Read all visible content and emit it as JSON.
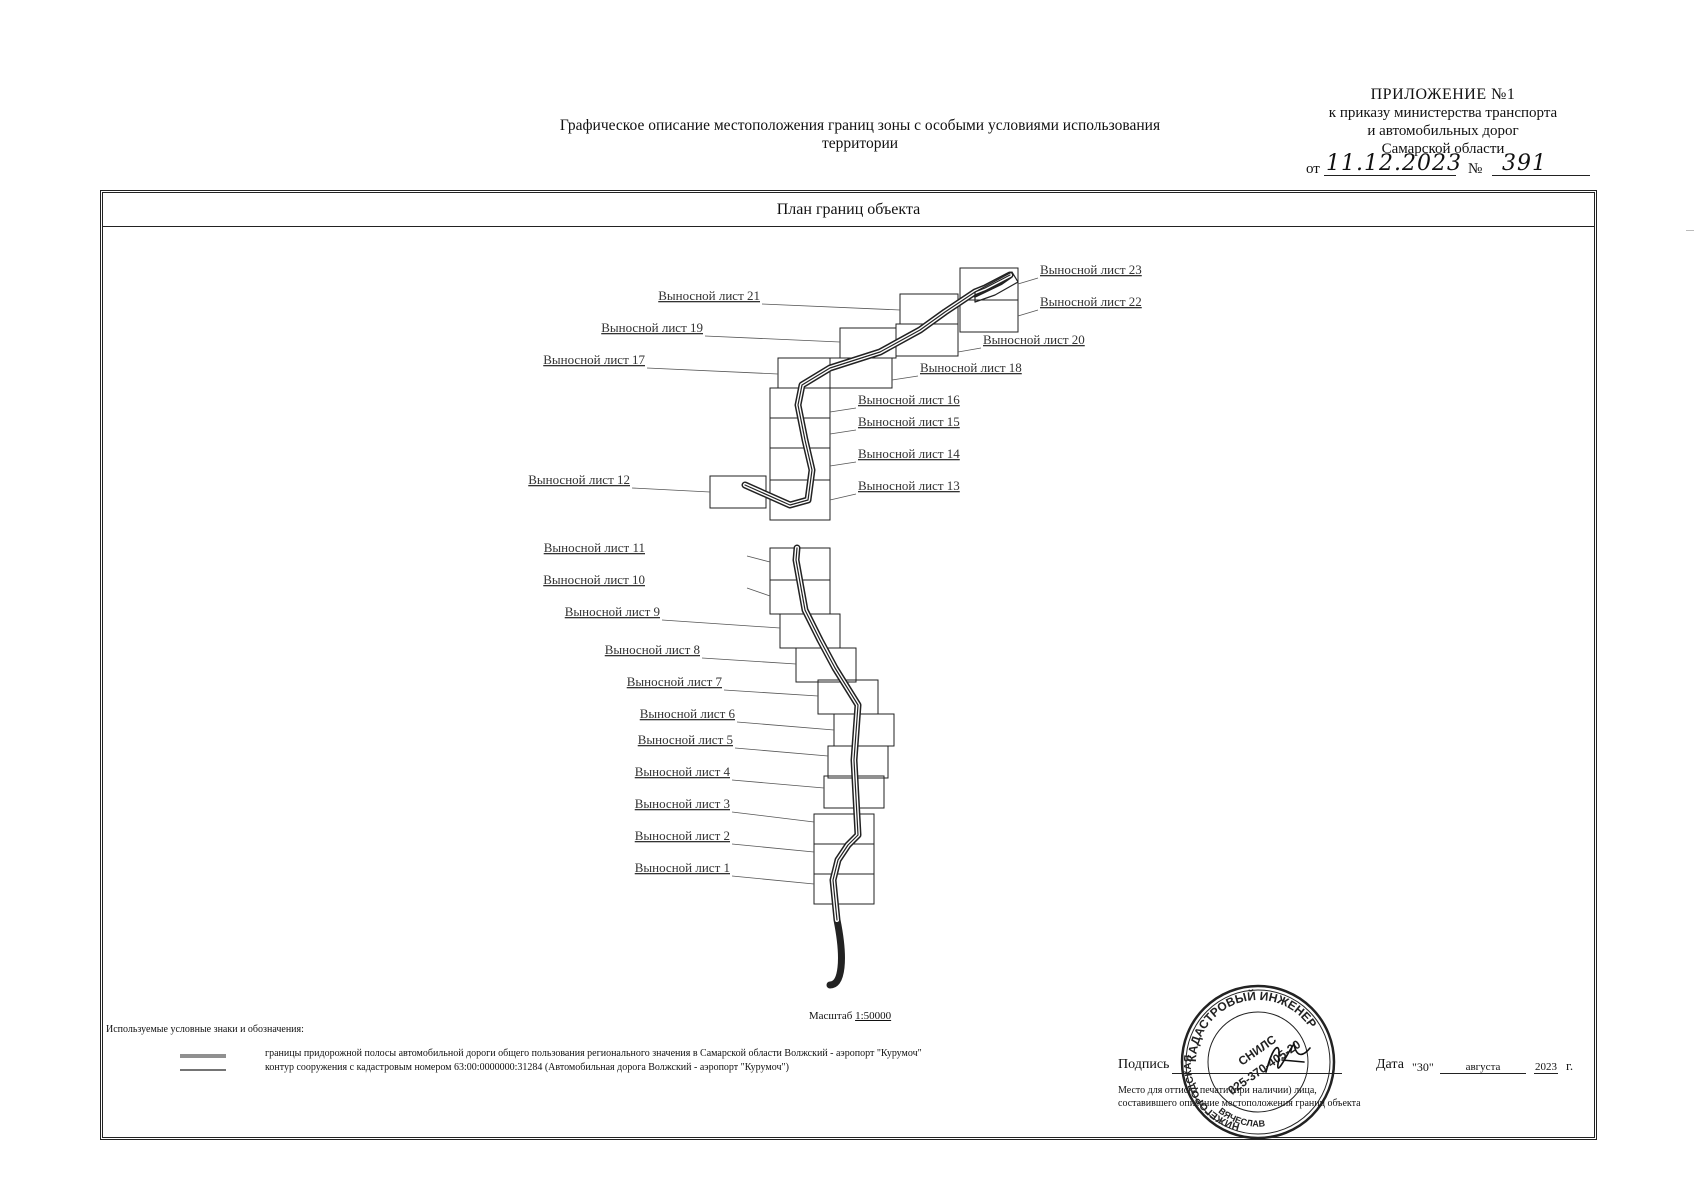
{
  "header": {
    "appendix_title": "ПРИЛОЖЕНИЕ №1",
    "appendix_line1": "к приказу министерства транспорта",
    "appendix_line2": "и автомобильных дорог",
    "appendix_line3": "Самарской области",
    "order_from_label": "от",
    "order_date": "11.12.2023",
    "order_number_label": "№",
    "order_number": "391"
  },
  "document": {
    "title_line1": "Графическое описание местоположения границ зоны с особыми условиями использования",
    "title_line2": "территории"
  },
  "plan": {
    "heading": "План границ объекта",
    "sheets": [
      "Выносной лист 1",
      "Выносной лист 2",
      "Выносной лист 3",
      "Выносной лист 4",
      "Выносной лист 5",
      "Выносной лист 6",
      "Выносной лист 7",
      "Выносной лист 8",
      "Выносной лист 9",
      "Выносной лист 10",
      "Выносной лист 11",
      "Выносной лист 12",
      "Выносной лист 13",
      "Выносной лист 14",
      "Выносной лист 15",
      "Выносной лист 16",
      "Выносной лист 17",
      "Выносной лист 18",
      "Выносной лист 19",
      "Выносной лист 20",
      "Выносной лист 21",
      "Выносной лист 22",
      "Выносной лист 23"
    ],
    "scale_label": "Масштаб",
    "scale_value": "1:50000"
  },
  "legend": {
    "title": "Используемые условные знаки и обозначения:",
    "items": [
      {
        "text": "границы придорожной полосы автомобильной дороги общего пользования регионального значения в Самарской области Волжский - аэропорт \"Курумоч\""
      },
      {
        "text": "контур сооружения с кадастровым номером 63:00:0000000:31284 (Автомобильная дорога Волжский - аэропорт \"Курумоч\")"
      }
    ]
  },
  "signature": {
    "sign_label": "Подпись",
    "date_label": "Дата",
    "day": "\"30\"",
    "month": "августа",
    "year": "2023",
    "year_suffix": "г.",
    "note_line1": "Место для оттиска печати (при наличии) лица,",
    "note_line2": "составившего описание местоположения границ объекта"
  },
  "seal": {
    "outer_text": "КАДАСТРОВЫЙ ИНЖЕНЕР",
    "side_text": "НИЖЕГОРОДСКАЯ",
    "bottom_text": "ВЯЧЕСЛАВ",
    "snils_label": "СНИЛС",
    "snils_number": "025-370-405-20"
  }
}
